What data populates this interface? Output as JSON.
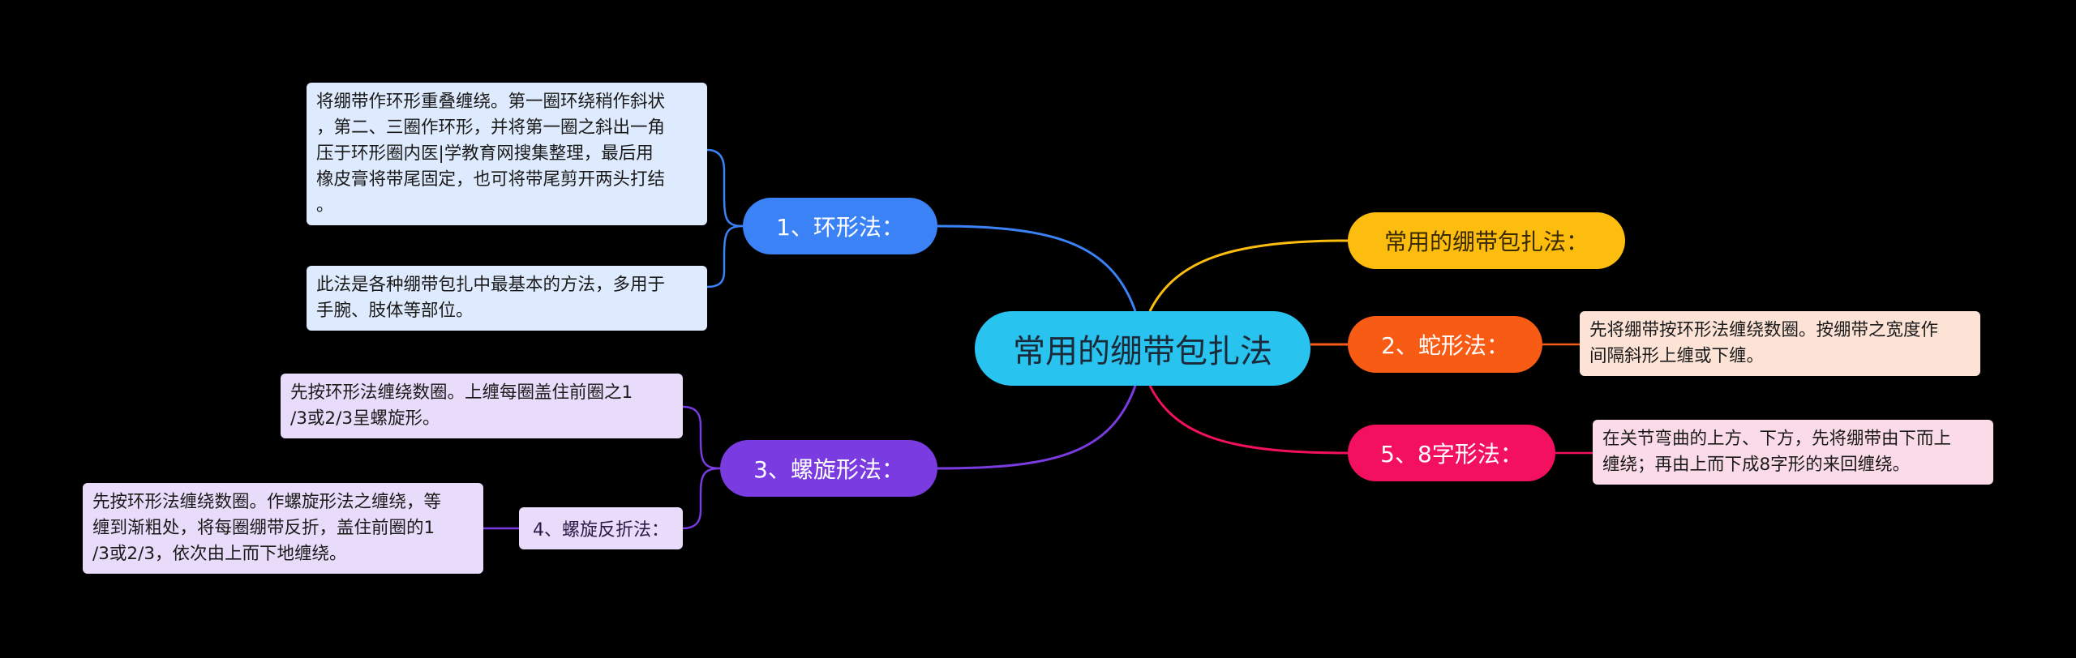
{
  "root": {
    "label": "常用的绷带包扎法"
  },
  "branches": [
    {
      "label": "1、环形法：",
      "color": "#3b82f6",
      "notes": [
        "将绷带作环形重叠缠绕。第一圈环绕稍作斜状\n，第二、三圈作环形，并将第一圈之斜出一角\n压于环形圈内医|学教育网搜集整理，最后用\n橡皮膏将带尾固定，也可将带尾剪开两头打结\n。",
        "此法是各种绷带包扎中最基本的方法，多用于\n手腕、肢体等部位。"
      ]
    },
    {
      "label": "常用的绷带包扎法：",
      "color": "#fcbd0f"
    },
    {
      "label": "2、蛇形法：",
      "color": "#f85b14",
      "notes": [
        "先将绷带按环形法缠绕数圈。按绷带之宽度作\n间隔斜形上缠或下缠。"
      ]
    },
    {
      "label": "5、8字形法：",
      "color": "#f2105f",
      "notes": [
        "在关节弯曲的上方、下方，先将绷带由下而上\n缠绕；再由上而下成8字形的来回缠绕。"
      ]
    },
    {
      "label": "3、螺旋形法：",
      "color": "#7a3ce0",
      "notes": [
        "先按环形法缠绕数圈。上缠每圈盖住前圈之1\n/3或2/3呈螺旋形。"
      ],
      "sub": {
        "label": "4、螺旋反折法：",
        "note": "先按环形法缠绕数圈。作螺旋形法之缠绕，等\n缠到渐粗处，将每圈绷带反折，盖住前圈的1\n/3或2/3，依次由上而下地缠绕。"
      }
    }
  ]
}
